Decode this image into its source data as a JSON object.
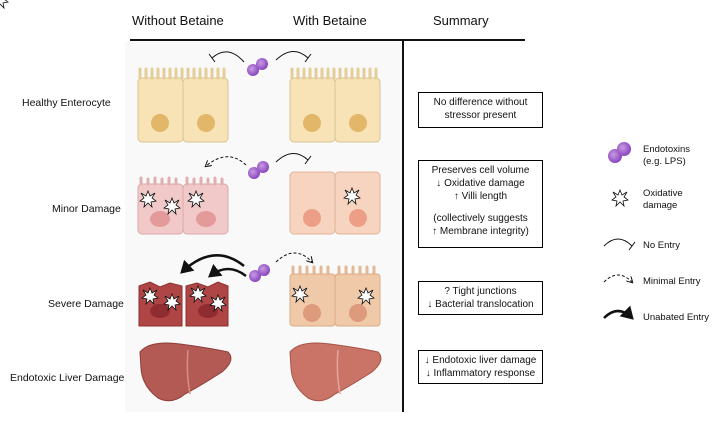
{
  "headers": {
    "without": "Without Betaine",
    "with": "With Betaine",
    "summary": "Summary"
  },
  "rows": [
    {
      "label": "Healthy Enterocyte"
    },
    {
      "label": "Minor Damage"
    },
    {
      "label": "Severe Damage"
    },
    {
      "label": "Endotoxic Liver Damage"
    }
  ],
  "summaries": [
    {
      "lines": [
        "No difference without",
        "stressor present"
      ]
    },
    {
      "lines": [
        "Preserves cell volume",
        "↓ Oxidative damage",
        "↑ Villi length",
        "",
        "(collectively suggests",
        "↑ Membrane integrity)"
      ]
    },
    {
      "lines": [
        "?  Tight junctions",
        "↓ Bacterial translocation"
      ]
    },
    {
      "lines": [
        "↓ Endotoxic liver damage",
        "↓ Inflammatory response"
      ]
    }
  ],
  "legend": [
    {
      "icon": "endotoxin-icon",
      "label": [
        "Endotoxins",
        "(e.g. LPS)"
      ]
    },
    {
      "icon": "oxidative-damage-icon",
      "label": [
        "Oxidative",
        "damage"
      ]
    },
    {
      "icon": "no-entry-arrow-icon",
      "label": [
        "No Entry"
      ]
    },
    {
      "icon": "minimal-entry-arrow-icon",
      "label": [
        "Minimal Entry"
      ]
    },
    {
      "icon": "unabated-entry-arrow-icon",
      "label": [
        "Unabated Entry"
      ]
    }
  ],
  "colors": {
    "healthy": "#f7e3b5",
    "minor": "#f2c9c9",
    "severe": "#b04545",
    "with_minor": "#f7d4bf",
    "with_severe": "#f0c9a8",
    "liver_damaged": "#b35a55",
    "liver_healthy": "#c97467",
    "endotoxin": "#9b59c9"
  }
}
